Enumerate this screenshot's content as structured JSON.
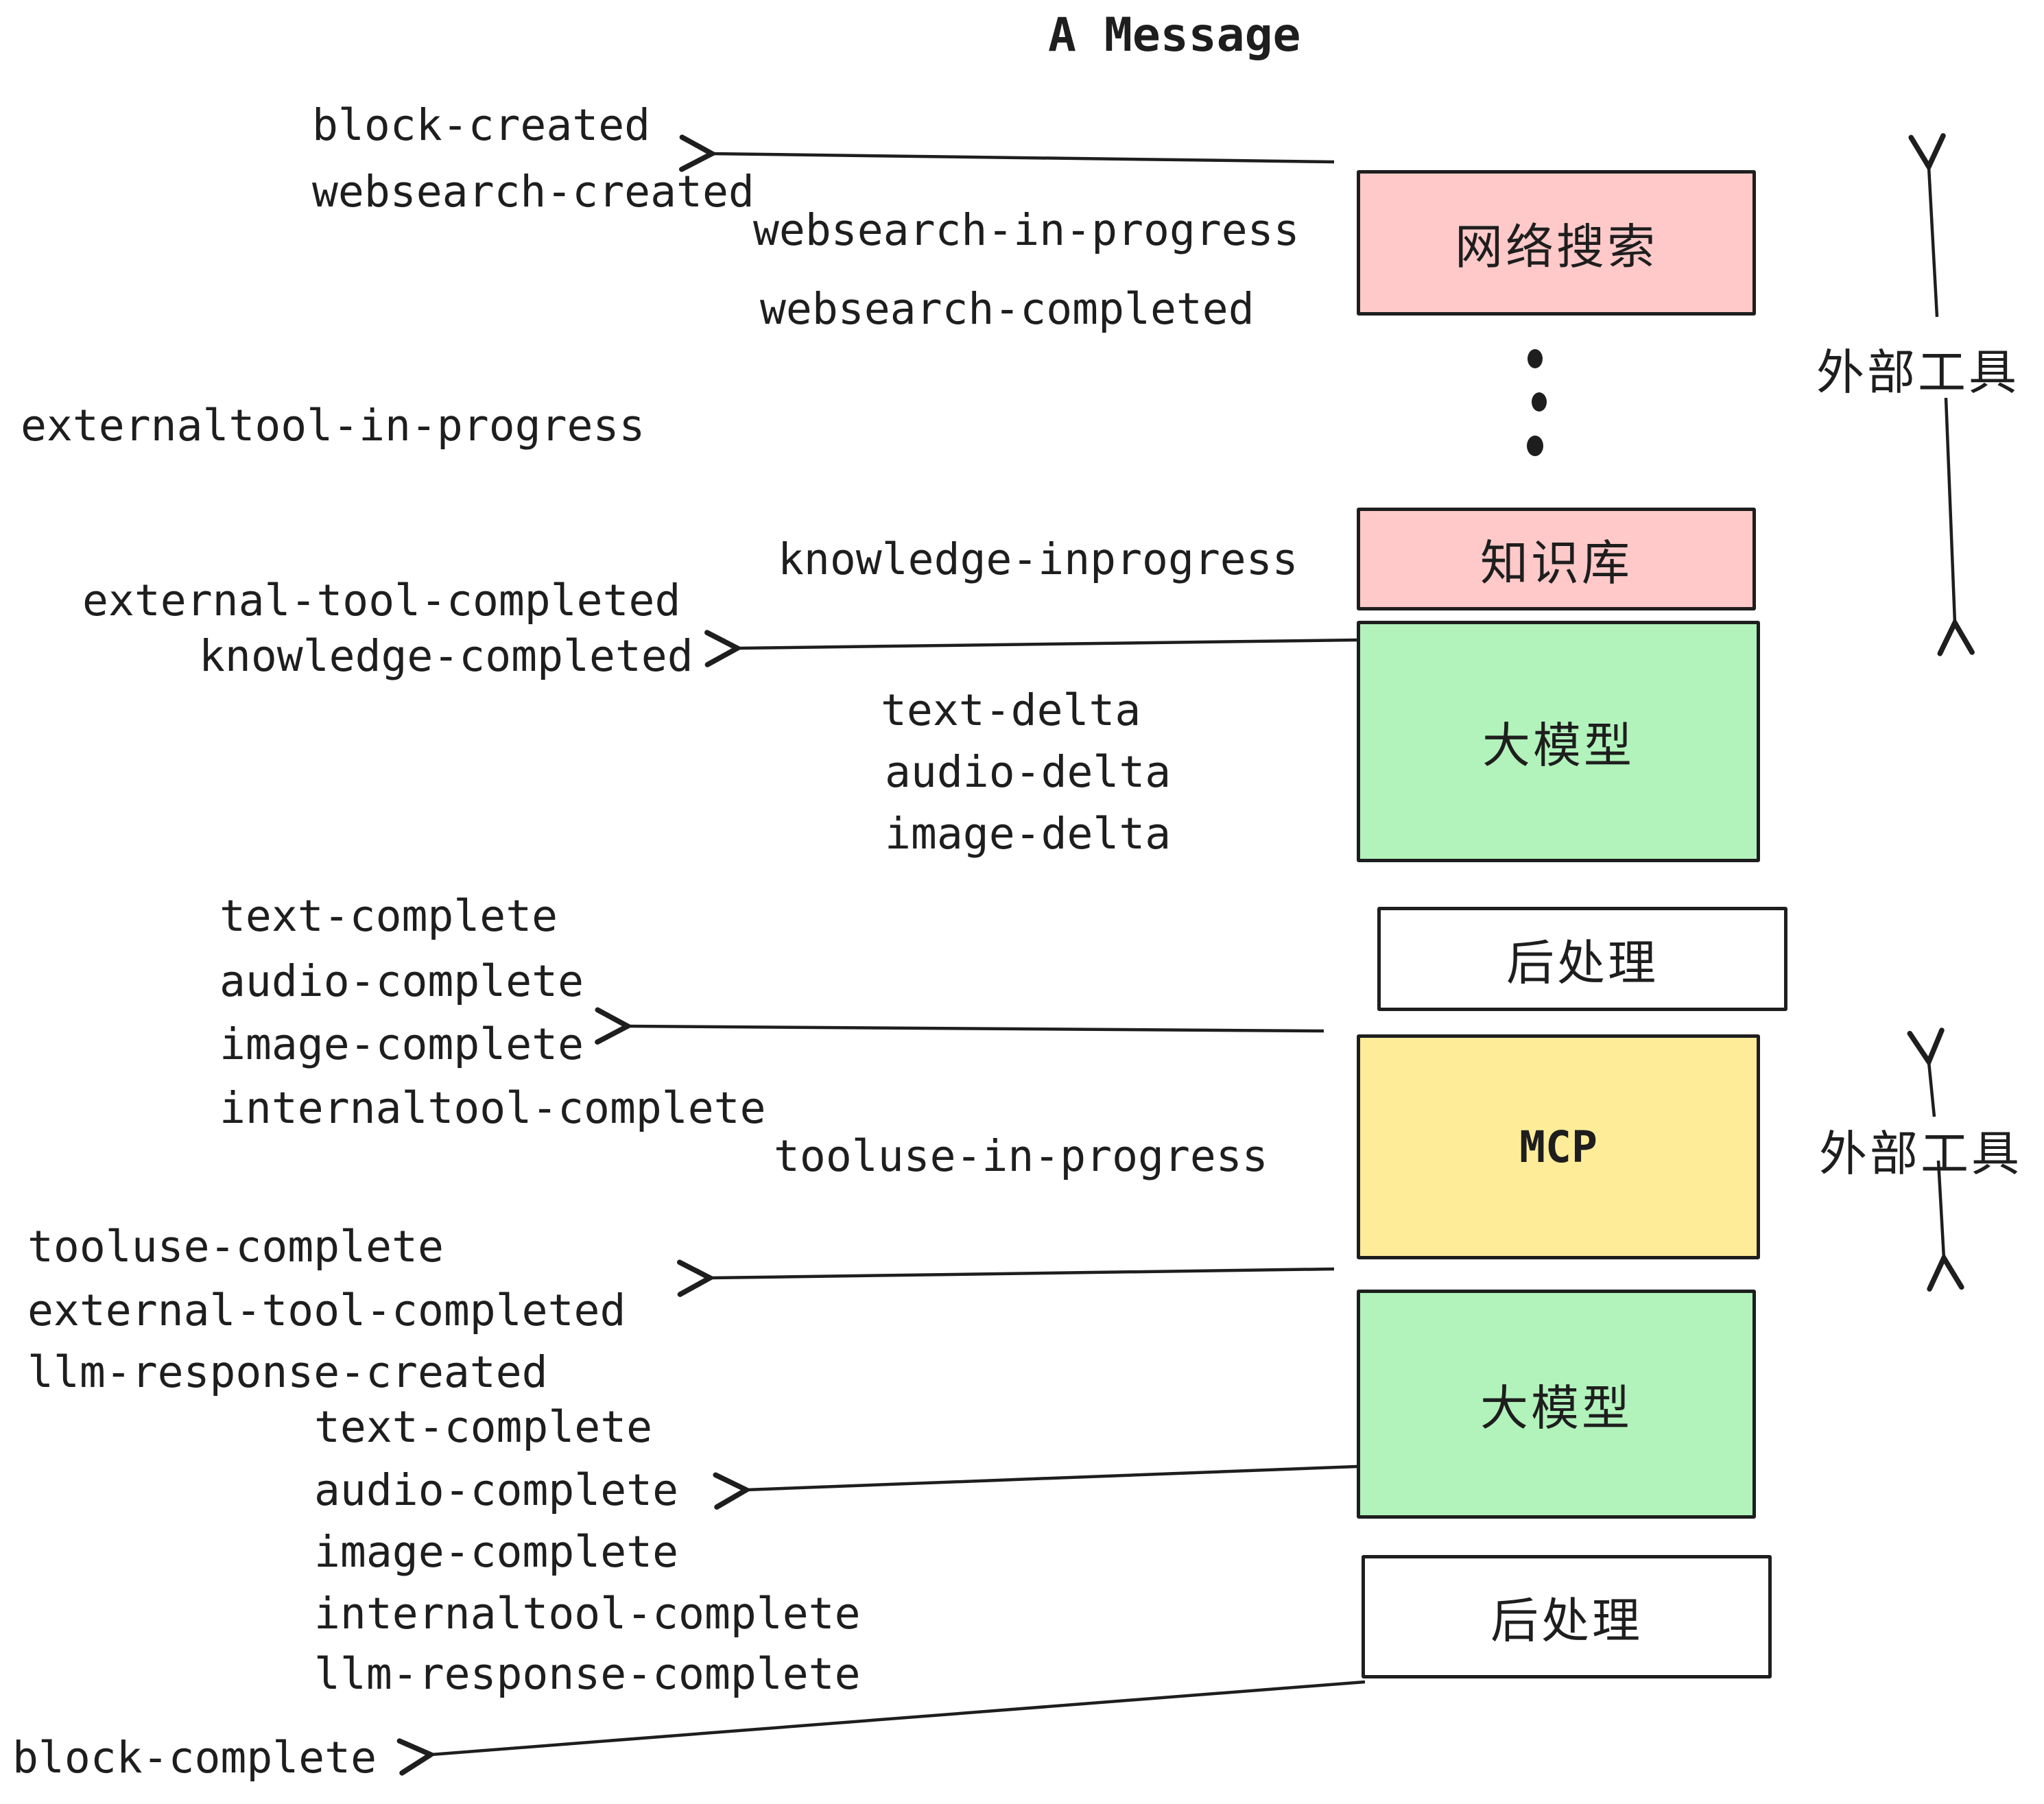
{
  "title": "A Message",
  "colors": {
    "background": "#ffffff",
    "stroke": "#1e1e1e",
    "external_tool_box": "#ffc9c9",
    "llm_box": "#b2f2bb",
    "mcp_box": "#ffec99",
    "postprocess_box": "#ffffff"
  },
  "boxes": {
    "websearch": {
      "label": "网络搜索"
    },
    "knowledge": {
      "label": "知识库"
    },
    "llm1": {
      "label": "大模型"
    },
    "postprocess1": {
      "label": "后处理"
    },
    "mcp": {
      "label": "MCP"
    },
    "llm2": {
      "label": "大模型"
    },
    "postprocess2": {
      "label": "后处理"
    }
  },
  "side_labels": {
    "external_tools_top": "外部工具",
    "external_tools_mcp": "外部工具"
  },
  "events": [
    "block-created",
    "websearch-created",
    "websearch-in-progress",
    "websearch-completed",
    "externaltool-in-progress",
    "knowledge-inprogress",
    "external-tool-completed",
    "knowledge-completed",
    "text-delta",
    "audio-delta",
    "image-delta",
    "text-complete",
    "audio-complete",
    "image-complete",
    "internaltool-complete",
    "tooluse-in-progress",
    "tooluse-complete",
    "external-tool-completed",
    "llm-response-created",
    "text-complete",
    "audio-complete",
    "image-complete",
    "internaltool-complete",
    "llm-response-complete",
    "block-complete"
  ]
}
